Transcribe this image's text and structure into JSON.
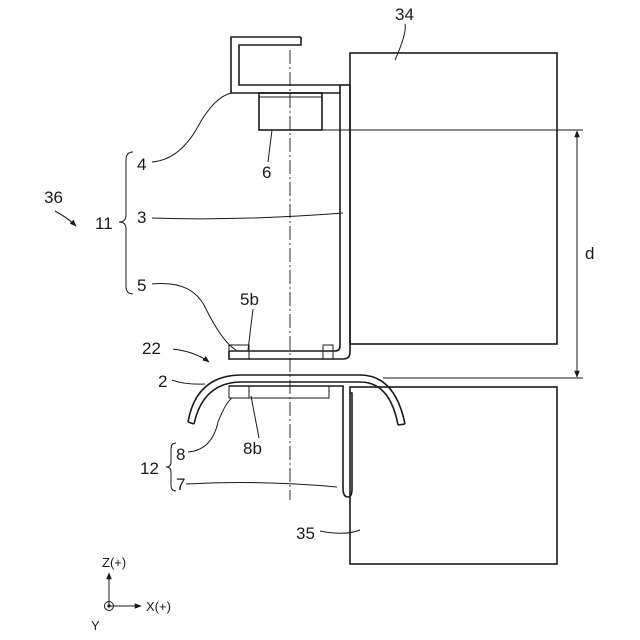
{
  "labels": {
    "block_top": "34",
    "block_bottom": "35",
    "assembly": "36",
    "group_upper": "11",
    "group_lower": "12",
    "part_3": "3",
    "part_4": "4",
    "part_5": "5",
    "part_5b": "5b",
    "part_6": "6",
    "gap": "22",
    "part_2": "2",
    "part_8": "8",
    "part_8b": "8b",
    "part_7": "7",
    "distance": "d"
  },
  "axes": {
    "z": "Z(+)",
    "x": "X(+)",
    "y": "Y"
  },
  "colors": {
    "line": "#1a1a1a",
    "stipple": "#bdbdbd",
    "background": "#ffffff"
  }
}
